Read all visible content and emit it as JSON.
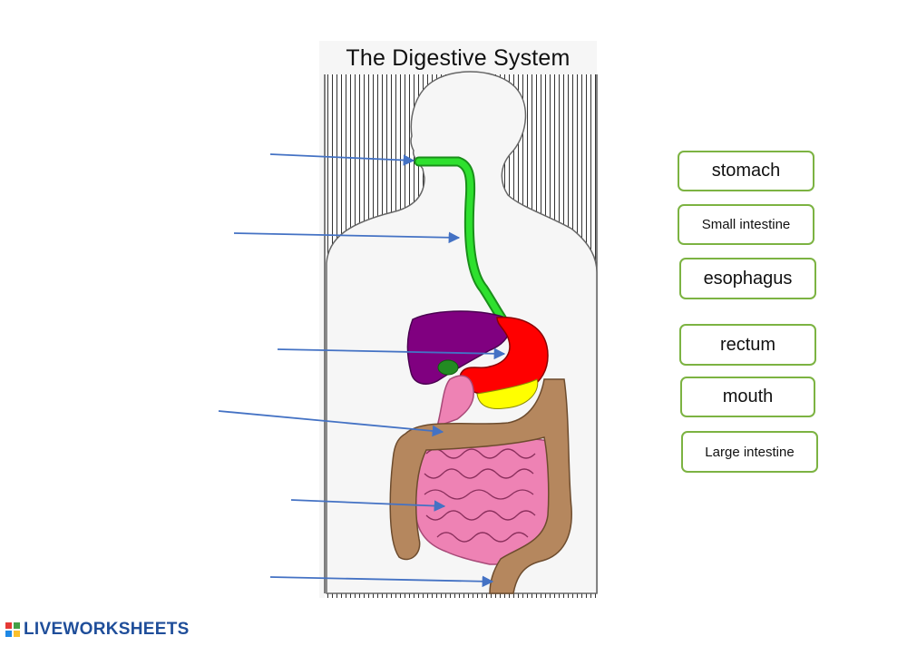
{
  "diagram": {
    "title": "The Digestive System"
  },
  "word_bank": [
    {
      "label": "stomach"
    },
    {
      "label": "Small intestine"
    },
    {
      "label": "esophagus"
    },
    {
      "label": "rectum"
    },
    {
      "label": "mouth"
    },
    {
      "label": "Large intestine"
    }
  ],
  "brand": {
    "name": "LIVEWORKSHEETS"
  },
  "colors": {
    "chip_border": "#7cb342",
    "arrow": "#4472c4",
    "esophagus": "#2ee02e",
    "liver": "#800080",
    "stomach": "#ff0000",
    "pancreas": "#ffff00",
    "gallbladder": "#228b22",
    "small_intestine": "#ee82b4",
    "large_intestine": "#b5875e",
    "brand": "#1f4e9a"
  }
}
